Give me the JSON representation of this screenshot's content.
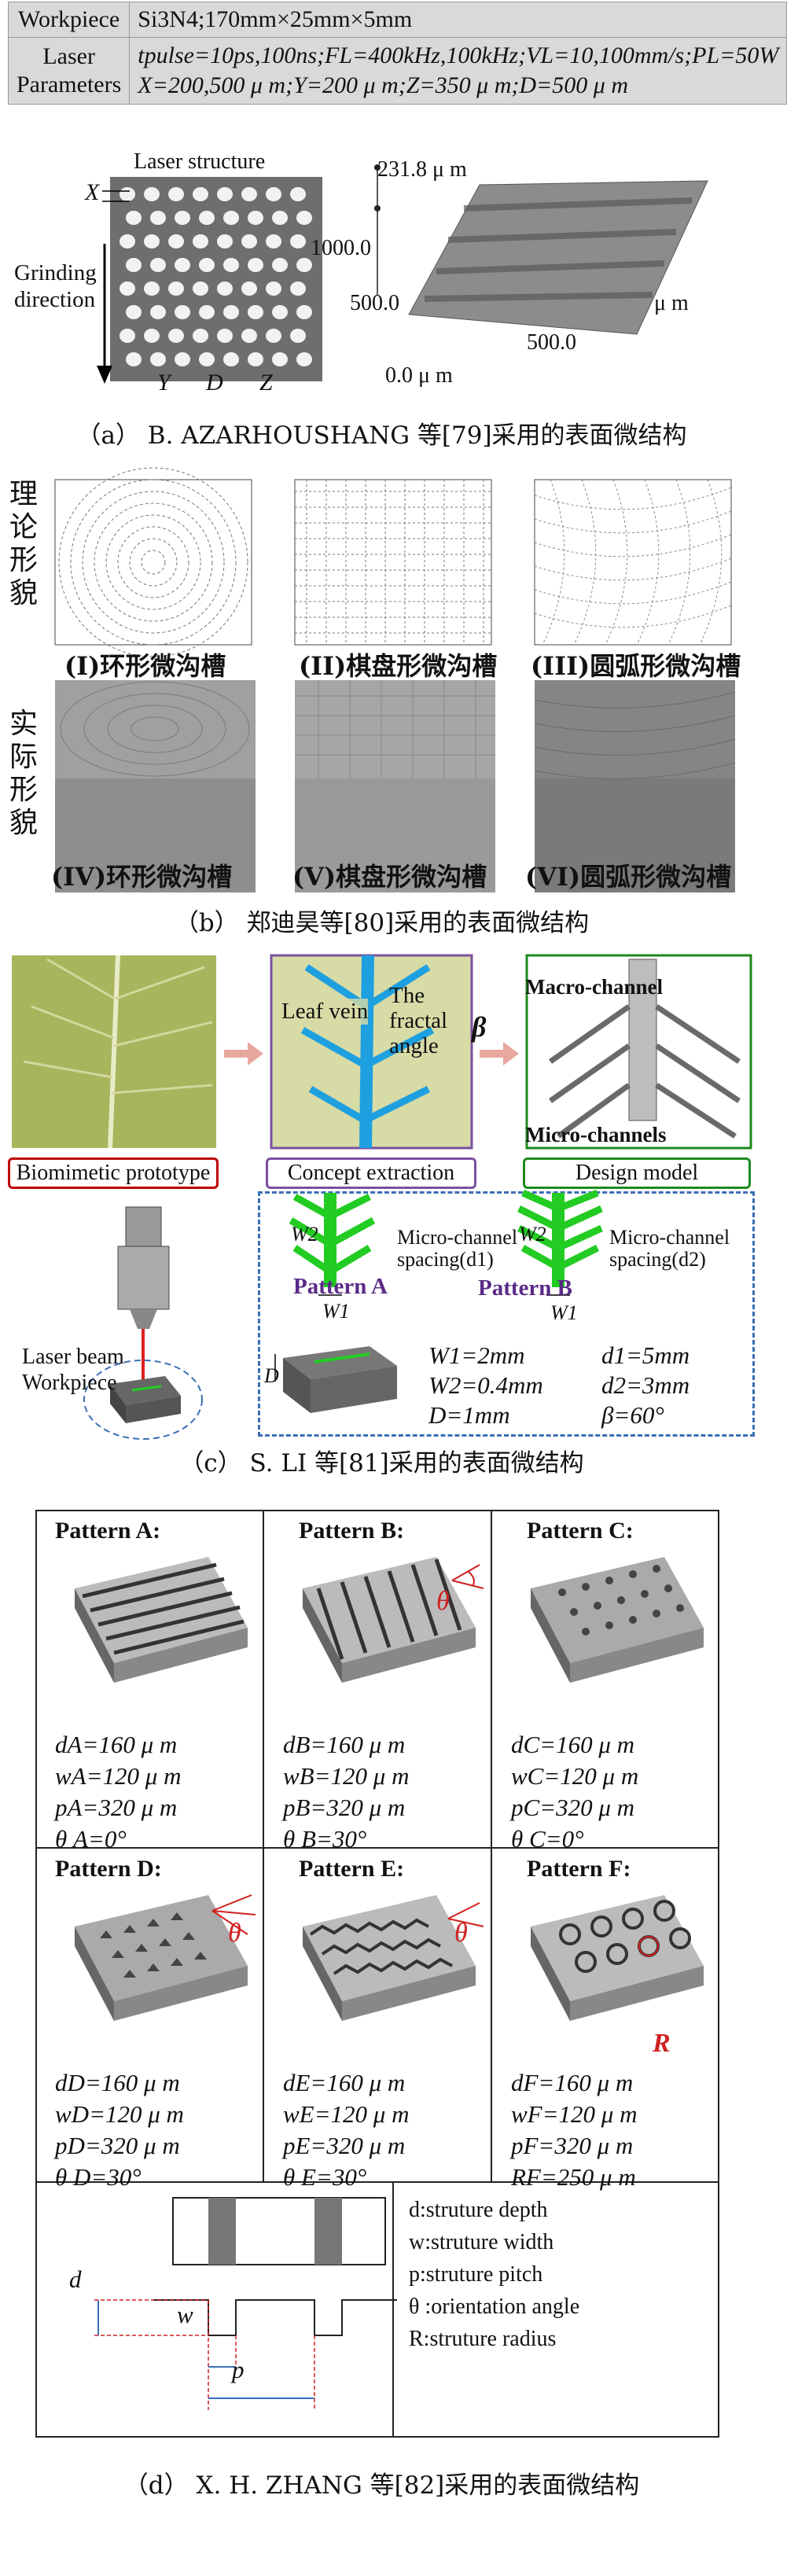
{
  "panel_a": {
    "table": {
      "row1_label": "Workpiece",
      "row1_value": "Si3N4;170mm×25mm×5mm",
      "row2_label": "Laser Parameters",
      "row2_line1": "tpulse=10ps,100ns;FL=400kHz,100kHz;VL=10,100mm/s;PL=50W",
      "row2_line2": "X=200,500 μ m;Y=200 μ m;Z=350 μ m;D=500 μ m"
    },
    "laser_structure_title": "Laser structure",
    "x_label": "X",
    "grinding_direction": "Grinding direction",
    "y_label": "Y",
    "d_label": "D",
    "z_label": "Z",
    "axis_top": "231.8 μ m",
    "axis_1000": "1000.0",
    "axis_500_left": "500.0",
    "axis_0_right": "0.0 μ m",
    "axis_500_bottom": "500.0",
    "axis_0_bottom": "0.0 μ m",
    "caption": "（a） B. AZARHOUSHANG 等[79]采用的表面微结构"
  },
  "panel_b": {
    "row1_side": "理论形貌",
    "row2_side": "实际形貌",
    "labels_top": [
      "(I)环形微沟槽",
      "(II)棋盘形微沟槽",
      "(III)圆弧形微沟槽"
    ],
    "labels_bottom": [
      "(IV)环形微沟槽",
      "(V)棋盘形微沟槽",
      "(VI)圆弧形微沟槽"
    ],
    "caption": "（b） 郑迪昊等[80]采用的表面微结构"
  },
  "panel_c": {
    "box1": "Biomimetic prototype",
    "box2": "Concept extraction",
    "box3": "Design model",
    "leaf_vein": "Leaf vein",
    "fractal_angle": "The fractal angle",
    "beta": "β",
    "macro_channel": "Macro-channel",
    "micro_channels": "Micro-channels",
    "laser_beam": "Laser beam",
    "workpiece": "Workpiece",
    "pattern_a": "Pattern A",
    "pattern_b": "Pattern B",
    "w1": "W1",
    "w2": "W2",
    "d_label": "D",
    "mc_spacing_1": "Micro-channel spacing(d1)",
    "mc_spacing_2": "Micro-channel spacing(d2)",
    "params": [
      "W1=2mm",
      "d1=5mm",
      "W2=0.4mm",
      "d2=3mm",
      "D=1mm",
      "β=60°"
    ],
    "caption": "（c） S. LI 等[81]采用的表面微结构"
  },
  "panel_d": {
    "patterns": [
      {
        "title": "Pattern A:",
        "lines": [
          "dA=160 μ m",
          "wA=120 μ m",
          "pA=320 μ m",
          "θ A=0°"
        ]
      },
      {
        "title": "Pattern B:",
        "lines": [
          "dB=160 μ m",
          "wB=120 μ m",
          "pB=320 μ m",
          "θ B=30°"
        ]
      },
      {
        "title": "Pattern C:",
        "lines": [
          "dC=160 μ m",
          "wC=120 μ m",
          "pC=320 μ m",
          "θ C=0°"
        ]
      },
      {
        "title": "Pattern D:",
        "lines": [
          "dD=160 μ m",
          "wD=120 μ m",
          "pD=320 μ m",
          "θ D=30°"
        ]
      },
      {
        "title": "Pattern E:",
        "lines": [
          "dE=160 μ m",
          "wE=120 μ m",
          "pE=320 μ m",
          "θ E=30°"
        ]
      },
      {
        "title": "Pattern F:",
        "lines": [
          "dF=160 μ m",
          "wF=120 μ m",
          "pF=320 μ m",
          "RF=250 μ m"
        ]
      }
    ],
    "theta": "θ",
    "r_label": "R",
    "d_dim": "d",
    "w_dim": "w",
    "p_dim": "p",
    "definitions": [
      "d:struture depth",
      "w:struture width",
      "p:struture pitch",
      "θ :orientation angle",
      "R:struture radius"
    ],
    "caption": "（d） X. H. ZHANG 等[82]采用的表面微结构"
  },
  "colors": {
    "table_bg": "#d9d9d9",
    "red_box": "#c00000",
    "purple_box": "#7a4fa0",
    "green_box": "#1e8a1e",
    "blue_dash": "#3b6fb6",
    "vein_blue": "#1ea0e0",
    "green_fill": "#22cc22",
    "arrow_pink": "#e8a8a0",
    "pattern_label_color": "#5a2a88",
    "theta_red": "#d02020"
  }
}
